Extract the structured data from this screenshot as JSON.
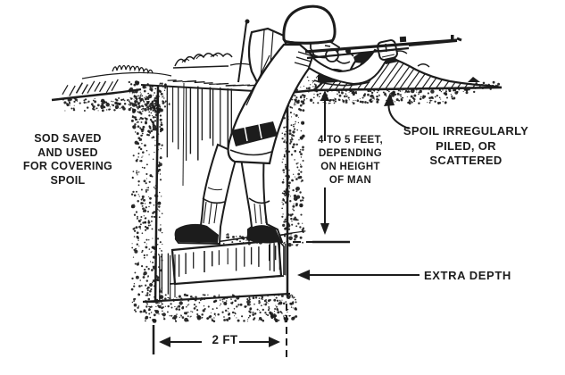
{
  "labels": {
    "sod": {
      "lines": [
        "SOD SAVED",
        "AND USED",
        "FOR COVERING",
        "SPOIL"
      ]
    },
    "depth": {
      "lines": [
        "4 TO 5 FEET,",
        "DEPENDING",
        "ON HEIGHT",
        "OF MAN"
      ]
    },
    "spoil": {
      "lines": [
        "SPOIL IRREGULARLY",
        "PILED, OR",
        "SCATTERED"
      ]
    },
    "extra_depth": "EXTRA DEPTH",
    "width": "2 FT"
  },
  "colors": {
    "ink": "#1c1c1c",
    "background": "#ffffff"
  }
}
